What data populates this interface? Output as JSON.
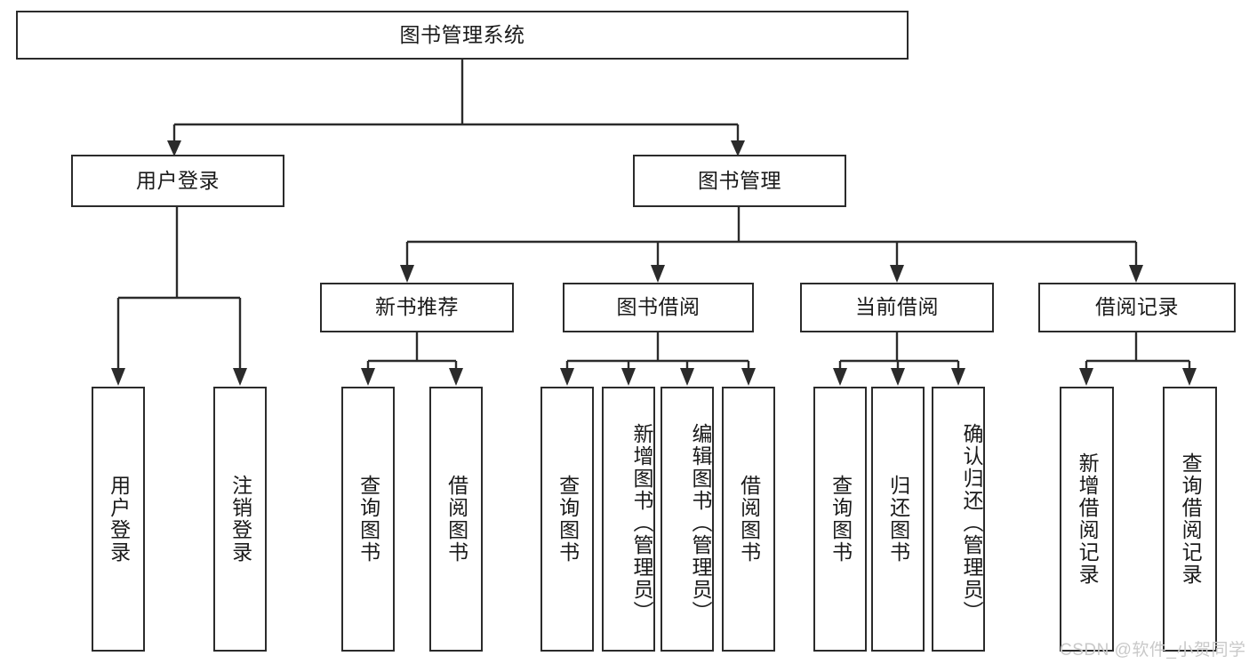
{
  "diagram": {
    "title": "图书管理系统",
    "type": "tree",
    "orientation": "top-down",
    "background_color": "#ffffff",
    "stroke_color": "#2b2b2b",
    "text_color": "#1a1a1a",
    "root": {
      "label": "图书管理系统",
      "orientation": "horizontal"
    },
    "level1": [
      {
        "label": "用户登录",
        "orientation": "horizontal"
      },
      {
        "label": "图书管理",
        "orientation": "horizontal"
      }
    ],
    "level2": [
      {
        "label": "新书推荐",
        "orientation": "horizontal"
      },
      {
        "label": "图书借阅",
        "orientation": "horizontal"
      },
      {
        "label": "当前借阅",
        "orientation": "horizontal"
      },
      {
        "label": "借阅记录",
        "orientation": "horizontal"
      }
    ],
    "leaves": {
      "user_login": [
        {
          "label": "用户登录",
          "orientation": "vertical"
        },
        {
          "label": "注销登录",
          "orientation": "vertical"
        }
      ],
      "new_book_recommend": [
        {
          "label": "查询图书",
          "orientation": "vertical"
        },
        {
          "label": "借阅图书",
          "orientation": "vertical"
        }
      ],
      "book_borrow": [
        {
          "label": "查询图书",
          "orientation": "vertical"
        },
        {
          "label": "新增图书（管理员）",
          "orientation": "vertical"
        },
        {
          "label": "编辑图书（管理员）",
          "orientation": "vertical"
        },
        {
          "label": "借阅图书",
          "orientation": "vertical"
        }
      ],
      "current_borrow": [
        {
          "label": "查询图书",
          "orientation": "vertical"
        },
        {
          "label": "归还图书",
          "orientation": "vertical"
        },
        {
          "label": "确认归还（管理员）",
          "orientation": "vertical"
        }
      ],
      "borrow_record": [
        {
          "label": "新增借阅记录",
          "orientation": "vertical"
        },
        {
          "label": "查询借阅记录",
          "orientation": "vertical"
        }
      ]
    }
  },
  "watermark": {
    "text": "CSDN @软件_小贺同学",
    "color": "#c9c9c9"
  }
}
